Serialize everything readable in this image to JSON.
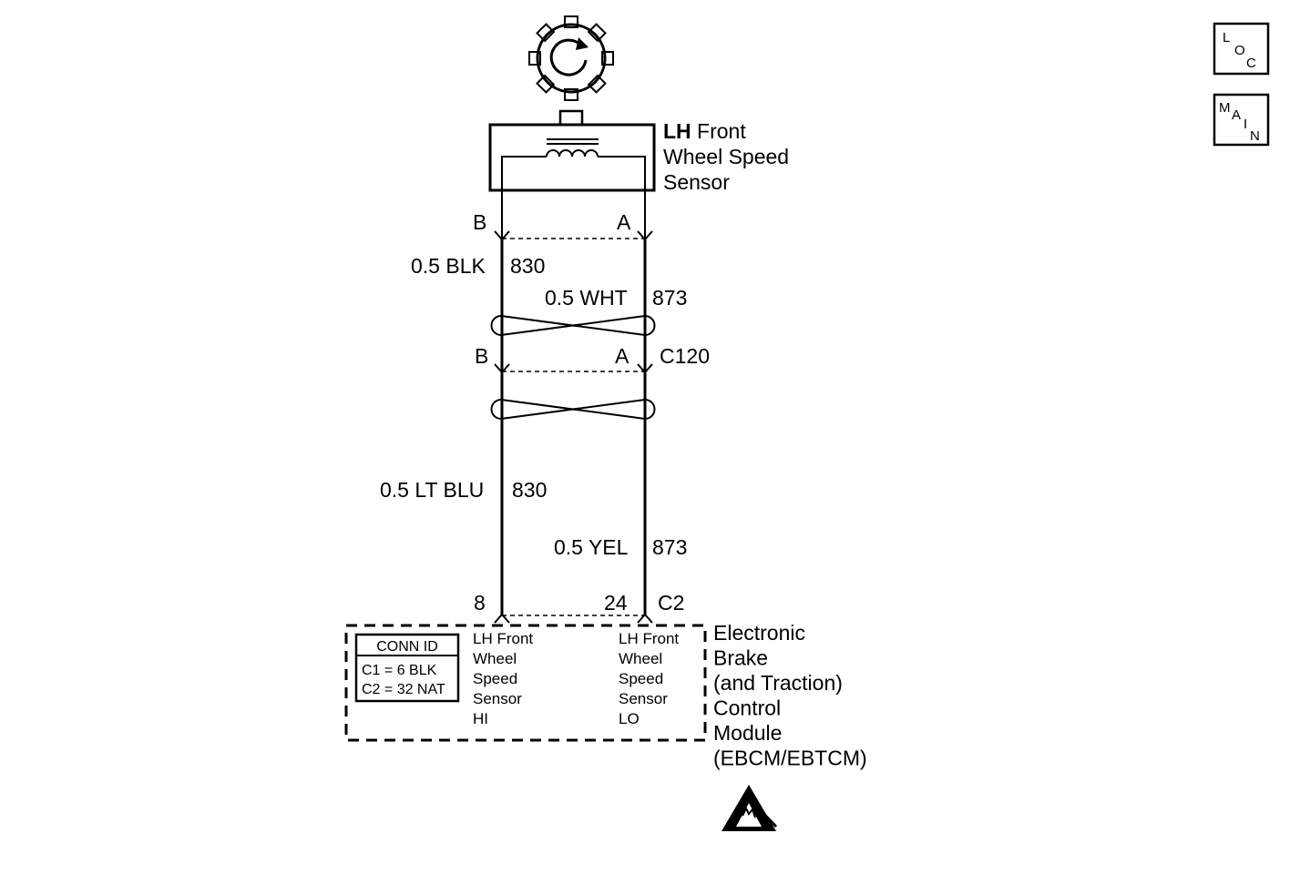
{
  "sensor": {
    "name_line1_bold": "LH",
    "name_line1_rest": " Front",
    "name_line2": "Wheel Speed",
    "name_line3": "Sensor"
  },
  "sensor_connector": {
    "pin_left": "B",
    "pin_right": "A"
  },
  "wires_upper": {
    "left_label": "0.5 BLK",
    "left_circuit": "830",
    "right_label": "0.5 WHT",
    "right_circuit": "873"
  },
  "inline_connector": {
    "pin_left": "B",
    "pin_right": "A",
    "id": "C120"
  },
  "wires_lower": {
    "left_label": "0.5 LT BLU",
    "left_circuit": "830",
    "right_label": "0.5 YEL",
    "right_circuit": "873"
  },
  "module_connector": {
    "pin_left": "8",
    "pin_right": "24",
    "id": "C2"
  },
  "conn_id_box": {
    "title": "CONN ID",
    "line1": "C1 = 6 BLK",
    "line2": "C2 = 32 NAT"
  },
  "module_terminals": {
    "left": [
      "LH Front",
      "Wheel",
      "Speed",
      "Sensor",
      "HI"
    ],
    "right": [
      "LH Front",
      "Wheel",
      "Speed",
      "Sensor",
      "LO"
    ]
  },
  "module": {
    "name_lines": [
      "Electronic",
      "Brake",
      "(and Traction)",
      "Control",
      "Module",
      "(EBCM/EBTCM)"
    ]
  },
  "nav": {
    "loc": [
      "L",
      "O",
      "C"
    ],
    "main": [
      "M",
      "A",
      "I",
      "N"
    ]
  },
  "icons": {
    "tone_wheel": "tone-wheel-icon",
    "esd": "esd-warning-icon"
  }
}
